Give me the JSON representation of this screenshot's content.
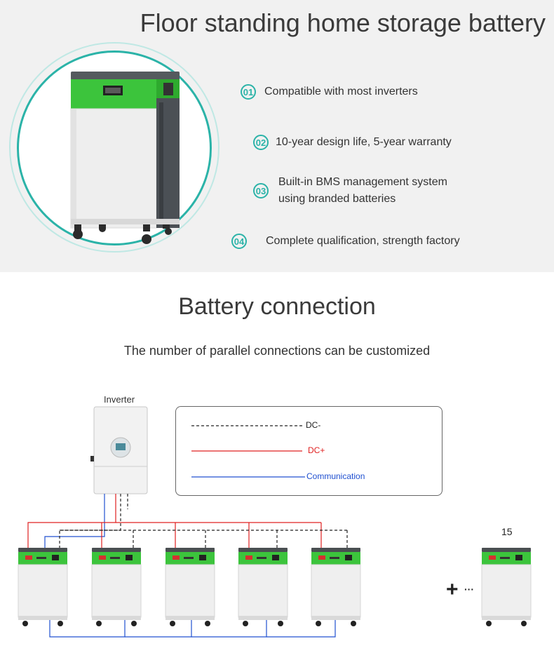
{
  "header": {
    "title": "Floor standing home storage battery"
  },
  "features": [
    {
      "num": "01",
      "text": "Compatible with most inverters"
    },
    {
      "num": "02",
      "text": "10-year design life, 5-year warranty"
    },
    {
      "num": "03",
      "line1": "Built-in BMS management system",
      "line2": "using branded batteries"
    },
    {
      "num": "04",
      "text": "Complete qualification, strength factory"
    }
  ],
  "connection": {
    "title": "Battery connection",
    "subtitle": "The number of parallel connections can be customized",
    "inverter_label": "Inverter",
    "legend": {
      "dc_minus": "DC-",
      "dc_plus": "DC+",
      "communication": "Communication"
    },
    "max_count": "15"
  },
  "colors": {
    "accent": "#2bb3a8",
    "battery_green": "#3cc43c",
    "dc_plus": "#e02020",
    "communication": "#2050d0",
    "dc_minus": "#222222"
  }
}
